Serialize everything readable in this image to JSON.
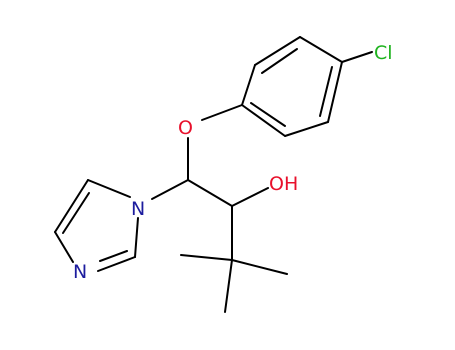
{
  "molecule": {
    "atoms": {
      "cl": {
        "text": "Cl",
        "color": "#1fb31f"
      },
      "o_ether": {
        "text": "O",
        "color": "#e8102b"
      },
      "oh": {
        "text": "OH",
        "color": "#e8102b"
      },
      "n1": {
        "text": "N",
        "color": "#1c1c9e"
      },
      "n3": {
        "text": "N",
        "color": "#1c1c9e"
      }
    },
    "bond_color": "#000000"
  }
}
